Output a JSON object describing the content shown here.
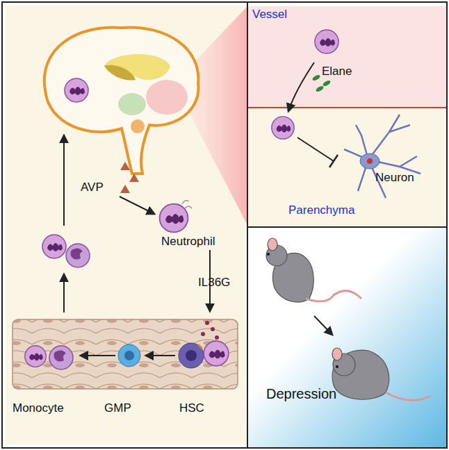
{
  "diagram": {
    "nodes": [
      {
        "text": [
          "Vessel"
        ]
      },
      {
        "text": [
          "Parenchyma"
        ]
      },
      {
        "text": [
          "Depression"
        ]
      }
    ],
    "labels": [
      "Elane",
      "Neuron",
      "AVP",
      "Neutrophil",
      "IL36G",
      "Monocyte",
      "GMP",
      "HSC"
    ]
  }
}
